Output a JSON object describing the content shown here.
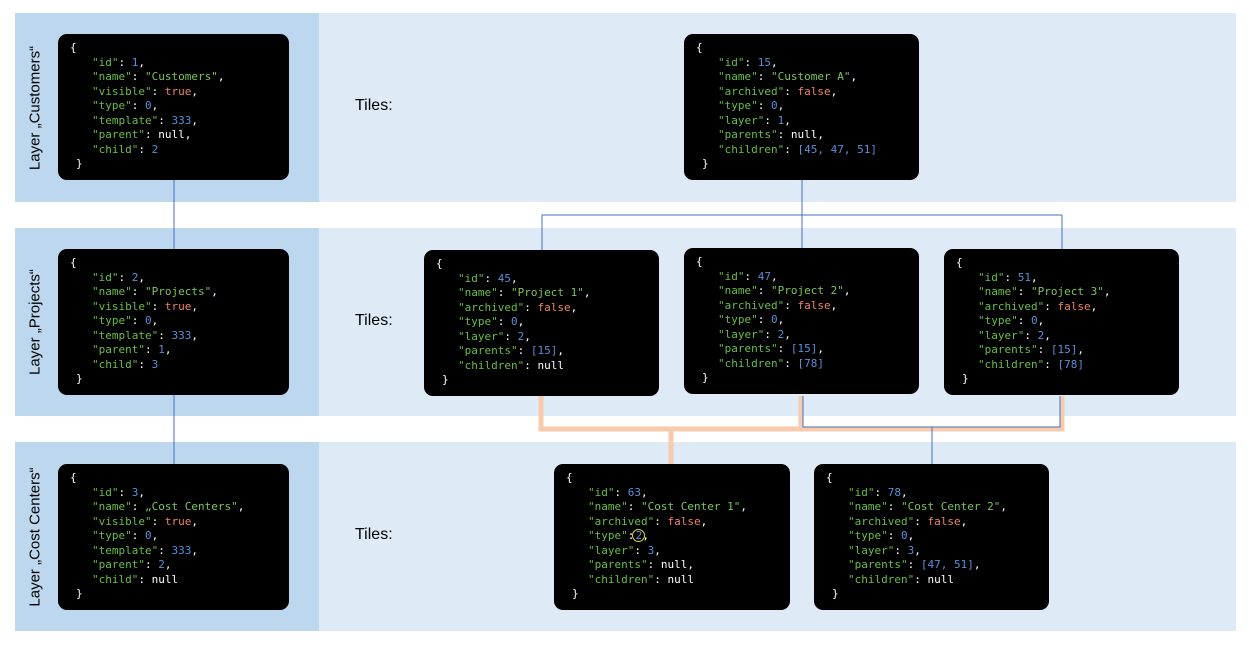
{
  "layers": [
    {
      "label": "Layer „Customers“",
      "tiles_label": "Tiles:",
      "definition": {
        "id": "1",
        "name": "\"Customers\"",
        "visible": "true",
        "type": "0",
        "template": "333",
        "parent": "null",
        "child": "2"
      }
    },
    {
      "label": "Layer „Projects“",
      "tiles_label": "Tiles:",
      "definition": {
        "id": "2",
        "name": "\"Projects\"",
        "visible": "true",
        "type": "0",
        "template": "333",
        "parent": "1",
        "child": "3"
      }
    },
    {
      "label": "Layer „Cost Centers“",
      "tiles_label": "Tiles:",
      "definition": {
        "id": "3",
        "name": "„Cost Centers\"",
        "visible": "true",
        "type": "0",
        "template": "333",
        "parent": "2",
        "child": "null"
      }
    }
  ],
  "tiles": [
    {
      "id": "15",
      "name": "\"Customer A\"",
      "archived": "false",
      "type": "0",
      "layer": "1",
      "parents": "null",
      "children": "[45, 47, 51]"
    },
    {
      "id": "45",
      "name": "\"Project 1\"",
      "archived": "false",
      "type": "0",
      "layer": "2",
      "parents": "[15]",
      "children": "null"
    },
    {
      "id": "47",
      "name": "\"Project 2\"",
      "archived": "false",
      "type": "0",
      "layer": "2",
      "parents": "[15]",
      "children": "[78]"
    },
    {
      "id": "51",
      "name": "\"Project 3\"",
      "archived": "false",
      "type": "0",
      "layer": "2",
      "parents": "[15]",
      "children": "[78]"
    },
    {
      "id": "63",
      "name": "\"Cost Center 1\"",
      "archived": "false",
      "type": "2",
      "layer": "3",
      "parents": "null",
      "children": "null"
    },
    {
      "id": "78",
      "name": "\"Cost Center 2\"",
      "archived": "false",
      "type": "0",
      "layer": "3",
      "parents": "[47, 51]",
      "children": "null"
    }
  ],
  "syntax": {
    "open": "{",
    "close": "}"
  },
  "colors": {
    "key": "#6abe45",
    "string": "#7dc55b",
    "number": "#5b8fd8",
    "boolean": "#f08466",
    "connector_blue": "#4472c4",
    "connector_orange": "#f8cbad",
    "highlight": "#f2d02a"
  }
}
